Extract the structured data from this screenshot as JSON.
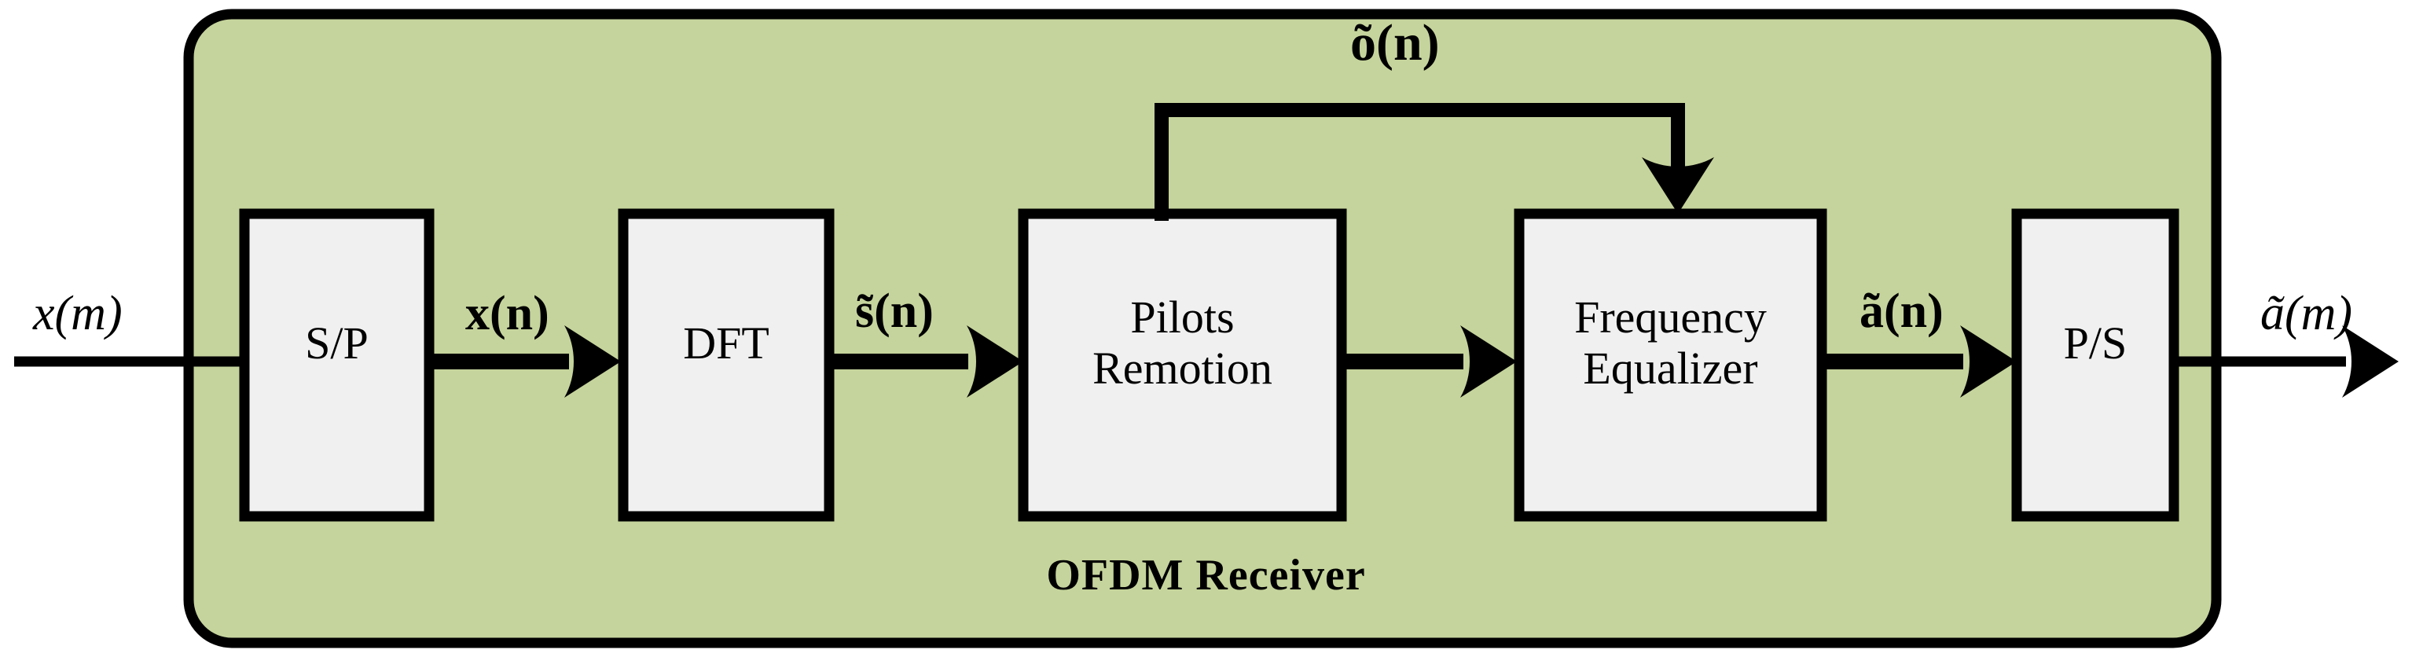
{
  "diagram": {
    "title": "OFDM Receiver",
    "panel": {
      "fill": "#c5d49c",
      "stroke": "#000000",
      "corner_radius": 55
    },
    "block_fill": "#f0f0f0",
    "block_stroke": "#000000",
    "blocks": [
      {
        "id": "sp",
        "label": "S/P",
        "lines": [
          "S/P"
        ]
      },
      {
        "id": "dft",
        "label": "DFT",
        "lines": [
          "DFT"
        ]
      },
      {
        "id": "pilots",
        "label": "Pilots Remotion",
        "lines": [
          "Pilots",
          "Remotion"
        ]
      },
      {
        "id": "equalizer",
        "label": "Frequency Equalizer",
        "lines": [
          "Frequency",
          "Equalizer"
        ]
      },
      {
        "id": "ps",
        "label": "P/S",
        "lines": [
          "P/S"
        ]
      }
    ],
    "signals": [
      {
        "id": "input",
        "base": "x",
        "tilde": false,
        "bold": false,
        "arg": "m",
        "text": "x(m)"
      },
      {
        "id": "xn",
        "base": "x",
        "tilde": false,
        "bold": true,
        "arg": "n",
        "text": "x(n)"
      },
      {
        "id": "sn",
        "base": "s",
        "tilde": true,
        "bold": true,
        "arg": "n",
        "text": "s̃(n)"
      },
      {
        "id": "on",
        "base": "o",
        "tilde": true,
        "bold": true,
        "arg": "n",
        "text": "õ(n)"
      },
      {
        "id": "an",
        "base": "a",
        "tilde": true,
        "bold": true,
        "arg": "n",
        "text": "ã(n)"
      },
      {
        "id": "output",
        "base": "a",
        "tilde": true,
        "bold": false,
        "arg": "m",
        "text": "ã(m)"
      }
    ],
    "flow": [
      "x(m) → S/P",
      "S/P → DFT (x(n))",
      "DFT → Pilots Remotion (s̃(n))",
      "Pilots Remotion → Frequency Equalizer",
      "Pilots Remotion → (feedback õ(n)) → Frequency Equalizer",
      "Frequency Equalizer → P/S (ã(n))",
      "P/S → ã(m)"
    ]
  }
}
